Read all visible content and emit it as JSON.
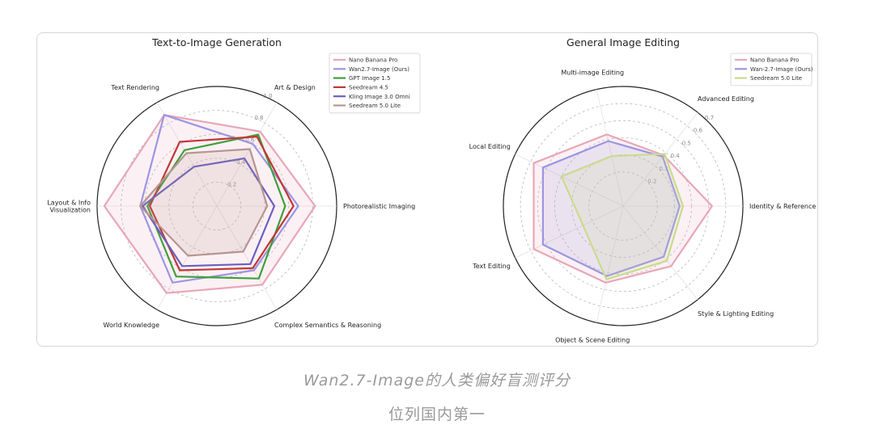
{
  "captions": {
    "line1": "Wan2.7-Image的人类偏好盲测评分",
    "line2": "位列国内第一"
  },
  "chart_data": [
    {
      "type": "radar",
      "title": "Text-to-Image Generation",
      "axes": [
        "Photorealistic Imaging",
        "Art & Design",
        "Text Rendering",
        "Layout & Info Visualization",
        "World Knowledge",
        "Complex Semantics & Reasoning"
      ],
      "axis_label_lines": [
        [
          "Photorealistic Imaging"
        ],
        [
          "Art & Design"
        ],
        [
          "Text Rendering"
        ],
        [
          "Layout & Info",
          "Visualization"
        ],
        [
          "World Knowledge"
        ],
        [
          "Complex Semantics & Reasoning"
        ]
      ],
      "rmax": 1.0,
      "ticks": [
        "0.2",
        "0.4",
        "0.6",
        "0.8",
        "1.0"
      ],
      "tick_values": [
        0.2,
        0.4,
        0.6,
        0.8,
        1.0
      ],
      "legend_position": "top-right",
      "series": [
        {
          "name": "Nano Banana Pro",
          "color": "#e8a6b8",
          "values": [
            0.82,
            0.72,
            0.88,
            0.94,
            0.84,
            0.76
          ],
          "fill": true
        },
        {
          "name": "Wan2.7-Image (Ours)",
          "color": "#9c95e3",
          "values": [
            0.68,
            0.6,
            0.88,
            0.64,
            0.74,
            0.62
          ],
          "fill": false
        },
        {
          "name": "GPT Image 1.5",
          "color": "#3f9f3a",
          "values": [
            0.57,
            0.69,
            0.54,
            0.58,
            0.68,
            0.7
          ],
          "fill": false
        },
        {
          "name": "Seedream 4.5",
          "color": "#c03838",
          "values": [
            0.64,
            0.67,
            0.62,
            0.56,
            0.62,
            0.6
          ],
          "fill": false
        },
        {
          "name": "Kling Image 3.0 Omni",
          "color": "#6a5fc0",
          "values": [
            0.48,
            0.46,
            0.38,
            0.62,
            0.58,
            0.56
          ],
          "fill": false
        },
        {
          "name": "Seedream 5.0 Lite",
          "color": "#b89490",
          "values": [
            0.42,
            0.55,
            0.51,
            0.64,
            0.48,
            0.44
          ],
          "fill": true
        }
      ]
    },
    {
      "type": "radar",
      "title": "General Image Editing",
      "axes": [
        "Identity & Reference",
        "Advanced Editing",
        "Multi-image Editing",
        "Local Editing",
        "Text Editing",
        "Object & Scene Editing",
        "Style & Lighting Editing"
      ],
      "axis_label_lines": [
        [
          "Identity & Reference"
        ],
        [
          "Advanced Editing"
        ],
        [
          "Multi-image Editing"
        ],
        [
          "Local Editing"
        ],
        [
          "Text Editing"
        ],
        [
          "Object & Scene Editing"
        ],
        [
          "Style & Lighting Editing"
        ]
      ],
      "rmax": 0.7,
      "ticks": [
        "0.2",
        "0.3",
        "0.4",
        "0.5",
        "0.6",
        "0.7"
      ],
      "tick_values": [
        0.2,
        0.3,
        0.4,
        0.5,
        0.6,
        0.7
      ],
      "legend_position": "top-right",
      "series": [
        {
          "name": "Nano Banana Pro",
          "color": "#e8a6b8",
          "values": [
            0.52,
            0.38,
            0.43,
            0.58,
            0.58,
            0.46,
            0.45
          ],
          "fill": true
        },
        {
          "name": "Wan-2.7-Image (Ours)",
          "color": "#9c95e3",
          "values": [
            0.33,
            0.37,
            0.39,
            0.52,
            0.52,
            0.42,
            0.38
          ],
          "fill": true
        },
        {
          "name": "Seedream 5.0 Lite",
          "color": "#c9dc8c",
          "values": [
            0.35,
            0.39,
            0.3,
            0.4,
            0.26,
            0.44,
            0.41
          ],
          "fill": true
        }
      ]
    }
  ]
}
